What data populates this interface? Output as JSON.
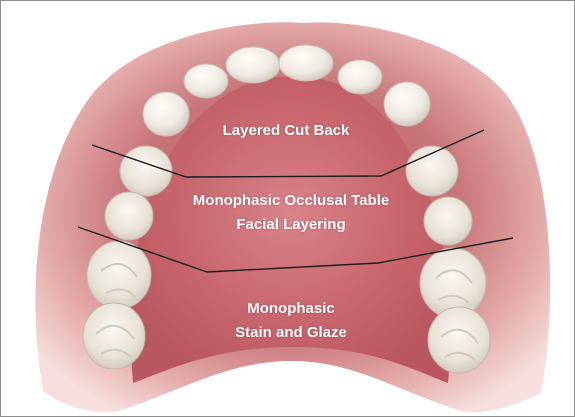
{
  "figure": {
    "zones": {
      "top": {
        "lines": [
          "Layered Cut Back"
        ]
      },
      "middle": {
        "lines": [
          "Monophasic Occlusal Table",
          "Facial Layering"
        ]
      },
      "bottom": {
        "lines": [
          "Monophasic",
          "Stain and Glaze"
        ]
      }
    },
    "colors": {
      "gum": "#d8797a",
      "gum_light": "#f0c9c7",
      "palate": "#c96c6f",
      "tooth": "#efebe4",
      "tooth_shadow": "#c9c0b4",
      "divider": "#1d1d1d",
      "label_text": "#ffffff"
    }
  }
}
